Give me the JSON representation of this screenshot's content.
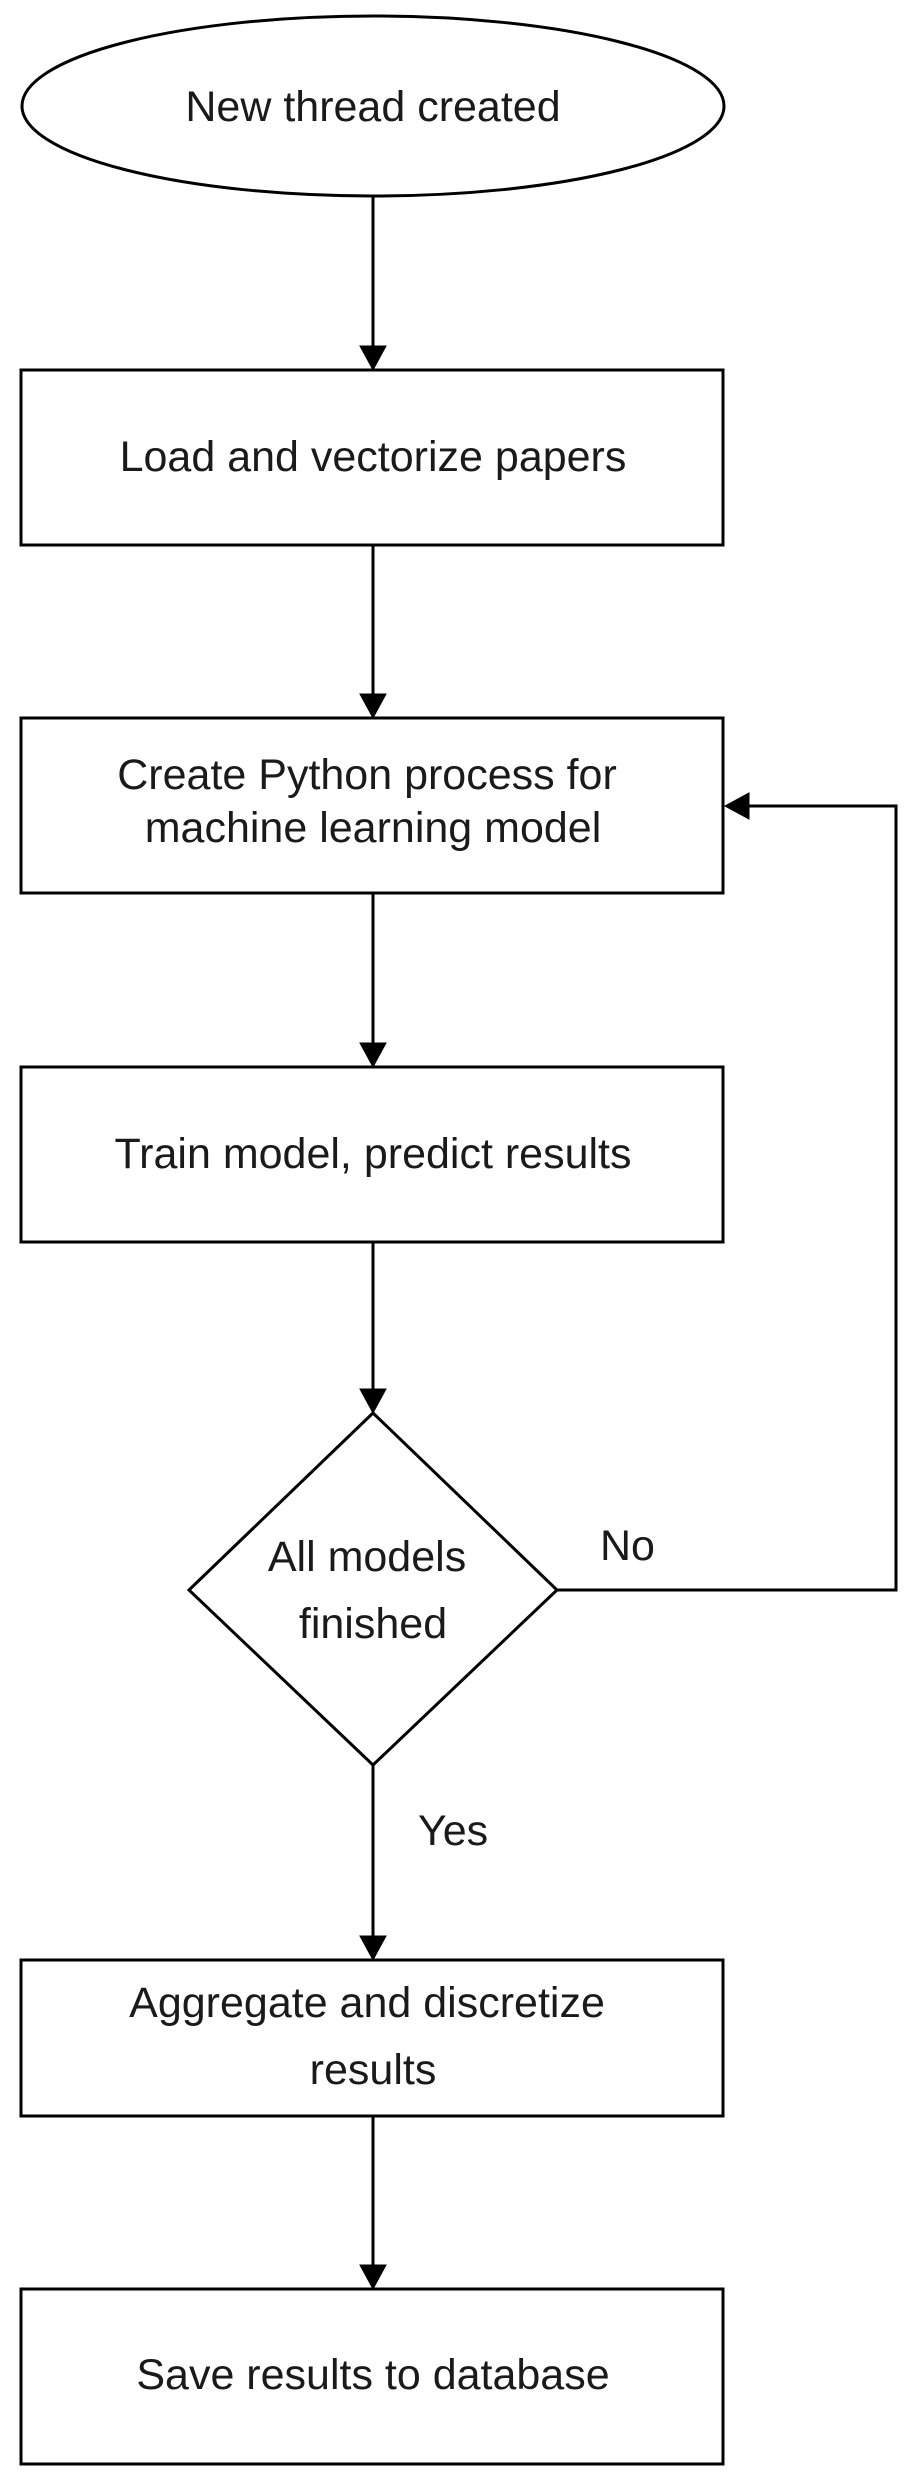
{
  "diagram": {
    "nodes": {
      "start": {
        "text": [
          "New thread created"
        ]
      },
      "load": {
        "text": [
          "Load and vectorize papers"
        ]
      },
      "create_process": {
        "text": [
          "Create Python process for",
          "machine learning model"
        ]
      },
      "train": {
        "text": [
          "Train model, predict results"
        ]
      },
      "decision": {
        "text": [
          "All models",
          "finished"
        ]
      },
      "aggregate": {
        "text": [
          "Aggregate and discretize",
          "results"
        ]
      },
      "save": {
        "text": [
          "Save results to database"
        ]
      }
    },
    "edges": {
      "no_label": "No",
      "yes_label": "Yes"
    }
  }
}
